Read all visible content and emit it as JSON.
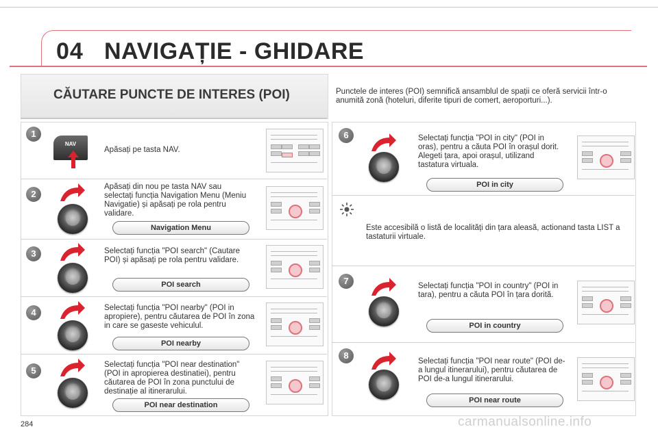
{
  "header": {
    "chapter": "04",
    "title": "NAVIGAȚIE - GHIDARE"
  },
  "section": {
    "title": "CĂUTARE PUNCTE DE INTERES (POI)",
    "intro": "Punctele de interes (POI) semnifică ansamblul de spații ce oferă servicii într-o anumită zonă (hoteluri, diferite tipuri de comert, aeroporturi...)."
  },
  "steps": [
    {
      "num": "1",
      "text": "Apăsați pe tasta NAV.",
      "key_label": "NAV"
    },
    {
      "num": "2",
      "text": "Apăsați din nou pe tasta NAV sau selectați funcția Navigation Menu (Meniu Navigatie) și apăsați pe rola pentru validare.",
      "button": "Navigation Menu"
    },
    {
      "num": "3",
      "text": "Selectați funcția \"POI search\" (Cautare POI) și apăsați pe rola pentru validare.",
      "button": "POI search"
    },
    {
      "num": "4",
      "text": "Selectați funcția \"POI nearby\" (POI in apropiere), pentru căutarea de POI în zona in care se gaseste vehiculul.",
      "button": "POI nearby"
    },
    {
      "num": "5",
      "text": "Selectați funcția \"POI near destination\" (POI in apropierea destinatiei), pentru căutarea de POI în zona punctului de destinație al itinerarului.",
      "button": "POI near destination"
    },
    {
      "num": "6",
      "text": "Selectați funcția \"POI in city\" (POI in oras), pentru a căuta POI în orașul dorit. Alegeti țara, apoi orașul, utilizand tastatura virtuala.",
      "button": "POI in city"
    },
    {
      "num": "7",
      "text": "Selectați funcția \"POI in country\" (POI in tara), pentru a căuta POI în țara dorită.",
      "button": "POI in country"
    },
    {
      "num": "8",
      "text": "Selectați funcția \"POI near route\" (POI de-a lungul itinerarului), pentru căutarea de POI de-a lungul itinerarului.",
      "button": "POI near route"
    }
  ],
  "tip": {
    "icon": "sun-icon",
    "text": "Este accesibilă o listă de localități din țara aleasă, actionand tasta LIST a tastaturii virtuale."
  },
  "footer": {
    "page_number": "284",
    "watermark": "carmanualsonline.info"
  },
  "colors": {
    "accent": "#e0707a",
    "arrow": "#d9232e",
    "panel_border": "#d6d6d6"
  }
}
